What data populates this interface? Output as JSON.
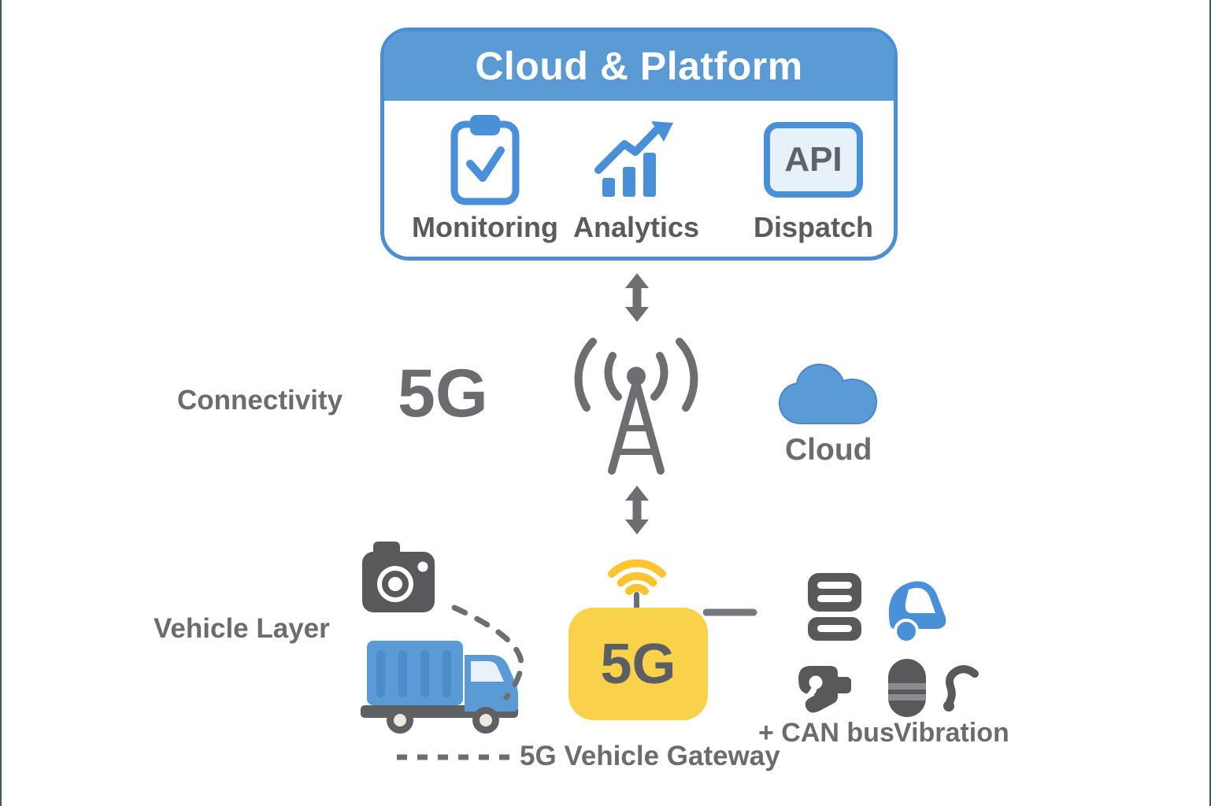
{
  "cloud_platform_card": {
    "title": "Cloud & Platform",
    "items": [
      {
        "label": "Monitoring",
        "icon": "clipboard-check-icon"
      },
      {
        "label": "Analytics",
        "icon": "growth-chart-icon"
      },
      {
        "label": "Dispatch",
        "icon": "api-badge",
        "badge": "API"
      }
    ]
  },
  "connectivity_row": {
    "label": "Connectivity",
    "tech_label": "5G",
    "cloud_label": "Cloud",
    "icons": [
      "cell-tower-icon",
      "cloud-icon",
      "up-down-arrow-icon"
    ]
  },
  "vehicle_row": {
    "label": "Vehicle Layer",
    "gateway_box_label": "5G",
    "gateway_caption": "5G Vehicle Gateway",
    "can_bus_label": "+ CAN bus",
    "vibration_label": "Vibration",
    "icons": [
      "camera-icon",
      "truck-icon",
      "wifi-icon",
      "antenna-icon",
      "server-stack-icon",
      "vehicle-cab-icon",
      "hitch-sensor-icon",
      "barrel-sensor-icon",
      "hook-sensor-icon"
    ]
  },
  "colors": {
    "blue": "#5b9bd5",
    "blue_stroke": "#4a90d9",
    "blue_pale": "#e7f1fa",
    "gray_icon": "#58595b",
    "gray_line": "#6d6e71",
    "gray_text": "#6b6c70",
    "yellow_box": "#f9d14b",
    "yellow_wifi": "#fcc42e",
    "edge_green": "#3f5c46",
    "white": "#ffffff"
  }
}
